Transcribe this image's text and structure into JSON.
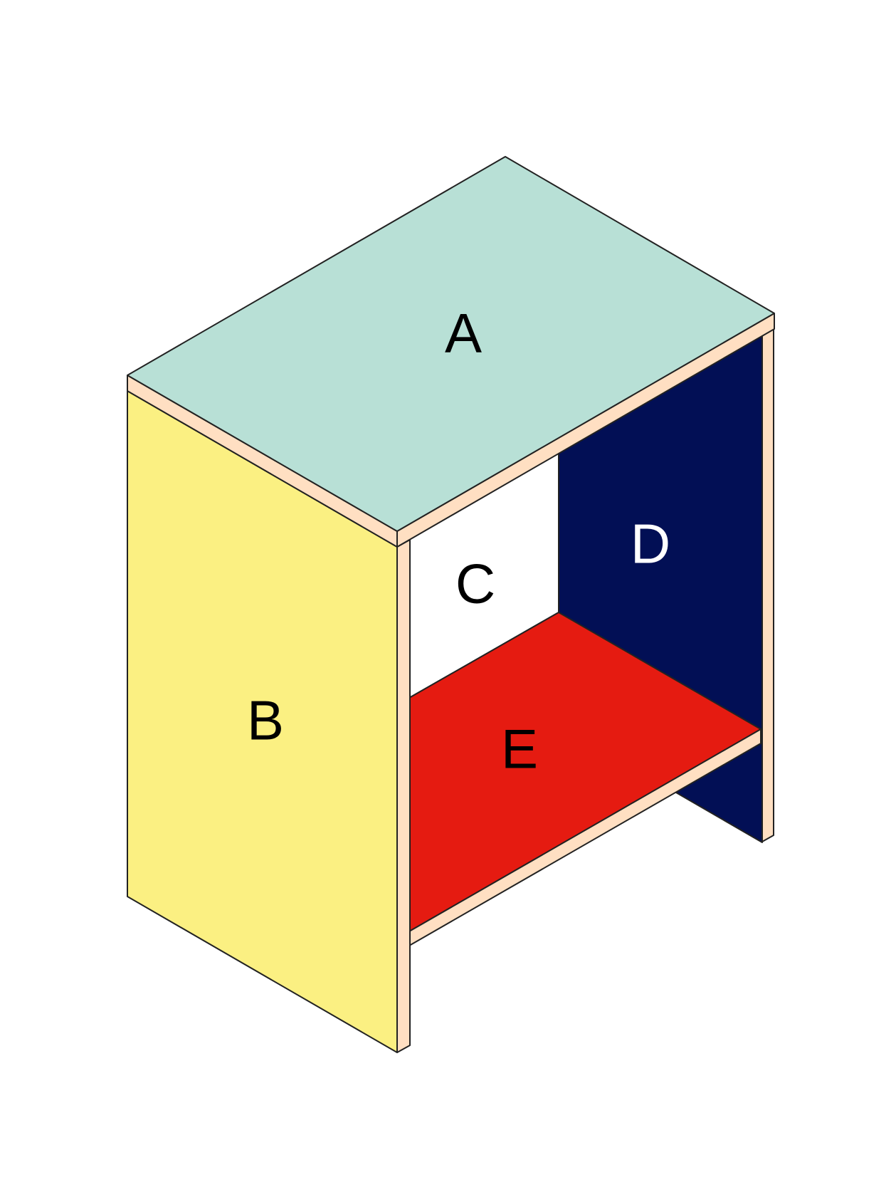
{
  "colors": {
    "background": "#ffffff",
    "top": "#b8e0d6",
    "side": "#fbf082",
    "back_left": "#ffffff",
    "back_right": "#020f55",
    "shelf": "#e51b11",
    "edge_wood": "#ffdfc2",
    "outline": "#222222",
    "text_dark": "#000000",
    "text_light": "#ffffff"
  },
  "panels": {
    "a": {
      "label": "A",
      "color_key": "top"
    },
    "b": {
      "label": "B",
      "color_key": "side"
    },
    "c": {
      "label": "C",
      "color_key": "back_left"
    },
    "d": {
      "label": "D",
      "color_key": "back_right"
    },
    "e": {
      "label": "E",
      "color_key": "shelf"
    }
  }
}
